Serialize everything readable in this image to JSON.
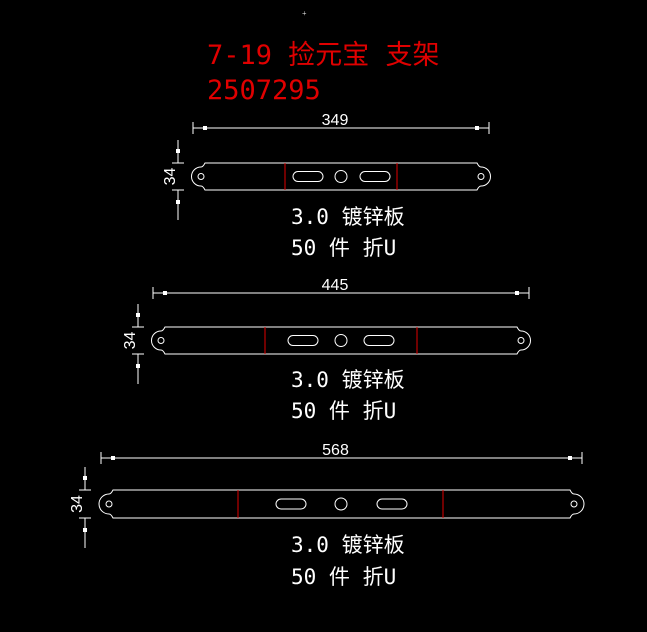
{
  "title": {
    "line1": "7-19 捡元宝 支架",
    "line2": "2507295"
  },
  "colors": {
    "background": "#000000",
    "outline": "#ffffff",
    "bend_line": "#e00000",
    "title": "#e00000"
  },
  "parts": [
    {
      "length_label": "349",
      "width_label": "34",
      "material": "3.0 镀锌板",
      "quantity": "50 件 折U"
    },
    {
      "length_label": "445",
      "width_label": "34",
      "material": "3.0 镀锌板",
      "quantity": "50 件 折U"
    },
    {
      "length_label": "568",
      "width_label": "34",
      "material": "3.0 镀锌板",
      "quantity": "50 件 折U"
    }
  ]
}
